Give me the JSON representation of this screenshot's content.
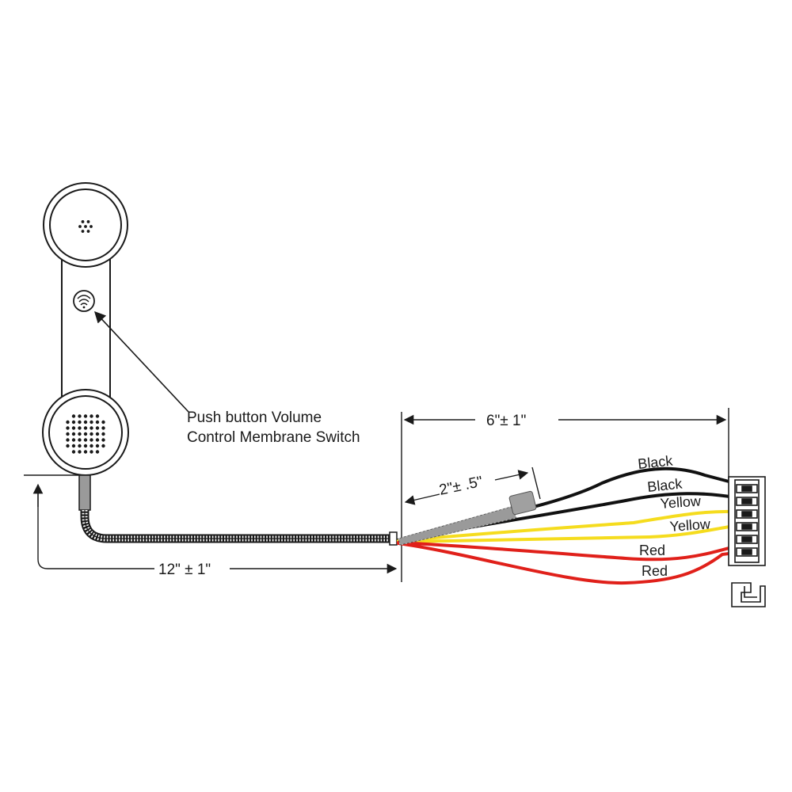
{
  "callout": {
    "line1": "Push button Volume",
    "line2": "Control Membrane Switch"
  },
  "dimensions": {
    "cord_length": "12\" ± 1\"",
    "wire_length": "6\"± 1\"",
    "sleeve_length": "2\"± .5\""
  },
  "wires": [
    {
      "label": "Black",
      "color": "#111111"
    },
    {
      "label": "Black",
      "color": "#111111"
    },
    {
      "label": "Yellow",
      "color": "#f5dc1e"
    },
    {
      "label": "Yellow",
      "color": "#f5dc1e"
    },
    {
      "label": "Red",
      "color": "#e0201a"
    },
    {
      "label": "Red",
      "color": "#e0201a"
    }
  ],
  "icons": {
    "volume_switch": "wifi-signal-icon",
    "connector": "connector-icon",
    "connector_detail": "connector-latch-icon"
  }
}
